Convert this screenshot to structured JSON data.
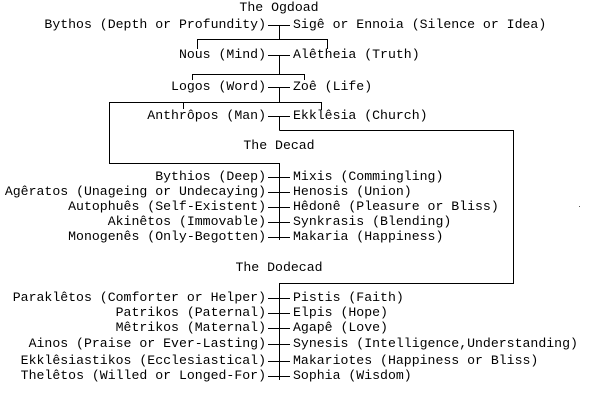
{
  "ogdoad": {
    "title": "The Ogdoad",
    "pairs": [
      {
        "left": "Bythos (Depth or Profundity)",
        "right": "Sigê or Ennoia (Silence or Idea)"
      },
      {
        "left": "Nous (Mind)",
        "right": "Alêtheia (Truth)"
      },
      {
        "left": "Logos (Word)",
        "right": "Zoê (Life)"
      },
      {
        "left": "Anthrôpos (Man)",
        "right": "Ekklêsia (Church)"
      }
    ]
  },
  "decad": {
    "title": "The Decad",
    "pairs": [
      {
        "left": "Bythios (Deep)",
        "right": "Mixis (Commingling)"
      },
      {
        "left": "Agêratos (Unageing or Undecaying)",
        "right": "Henosis (Union)"
      },
      {
        "left": "Autophuês (Self-Existent)",
        "right": "Hêdonê (Pleasure or Bliss)"
      },
      {
        "left": "Akinêtos (Immovable)",
        "right": "Synkrasis (Blending)"
      },
      {
        "left": "Monogenês (Only-Begotten)",
        "right": "Makaria (Happiness)"
      }
    ]
  },
  "dodecad": {
    "title": "The Dodecad",
    "pairs": [
      {
        "left": "Paraklêtos (Comforter or Helper)",
        "right": "Pistis (Faith)"
      },
      {
        "left": "Patrikos (Paternal)",
        "right": "Elpis (Hope)"
      },
      {
        "left": "Mêtrikos (Maternal)",
        "right": "Agapê (Love)"
      },
      {
        "left": "Ainos (Praise or Ever-Lasting)",
        "right": "Synesis (Intelligence,Understanding)"
      },
      {
        "left": "Ekklêsiastikos (Ecclesiastical)",
        "right": "Makariotes (Happiness or Bliss)"
      },
      {
        "left": "Thelêtos (Willed or Longed-For)",
        "right": "Sophia (Wisdom)"
      }
    ]
  }
}
